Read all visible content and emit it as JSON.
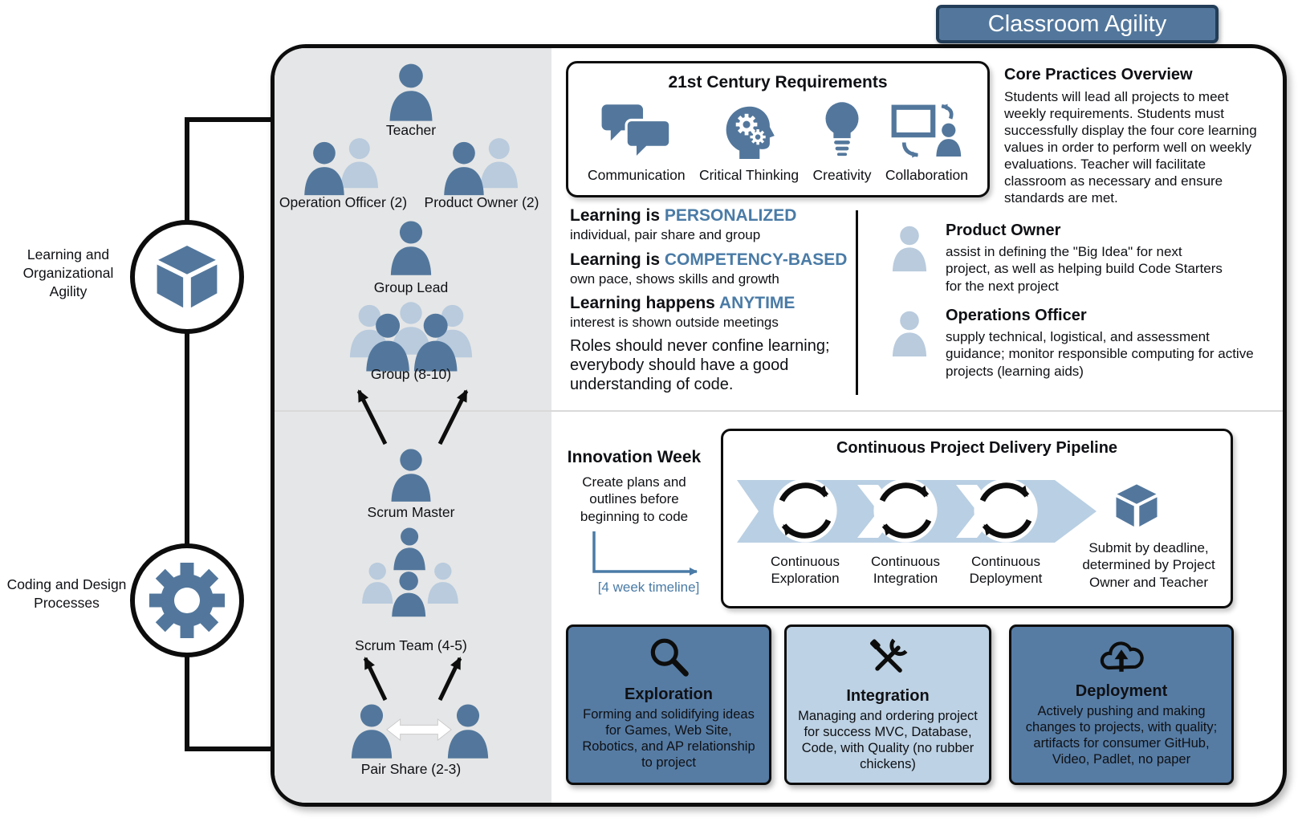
{
  "colors": {
    "primary_blue": "#53779c",
    "light_blue_person": "#b9cbdd",
    "band_blue": "#b9cfe3",
    "box_dark_blue": "#567ca4",
    "box_light_blue": "#bdd2e4",
    "highlight_text": "#4a7ba6",
    "panel_gray": "#e5e6e7"
  },
  "banner": {
    "title": "Classroom Agility"
  },
  "rail": {
    "top_label": "Learning and Organizational Agility",
    "bottom_label": "Coding and Design Processes",
    "top_icon": "cube-icon",
    "bottom_icon": "gear-icon"
  },
  "hierarchy": {
    "teacher": "Teacher",
    "operation_officer": "Operation Officer (2)",
    "product_owner": "Product Owner (2)",
    "group_lead": "Group Lead",
    "group": "Group (8-10)",
    "scrum_master": "Scrum Master",
    "scrum_team": "Scrum Team (4-5)",
    "pair_share": "Pair Share (2-3)"
  },
  "requirements": {
    "title": "21st Century Requirements",
    "items": [
      {
        "label": "Communication",
        "icon": "speech-bubbles-icon"
      },
      {
        "label": "Critical Thinking",
        "icon": "head-gears-icon"
      },
      {
        "label": "Creativity",
        "icon": "lightbulb-icon"
      },
      {
        "label": "Collaboration",
        "icon": "screen-person-icon"
      }
    ]
  },
  "core_practices": {
    "title": "Core Practices Overview",
    "body": "Students will lead all projects to meet weekly requirements. Students must successfully display the four core learning values in order to perform well on weekly evaluations. Teacher will facilitate classroom as necessary and ensure standards are met."
  },
  "learning": {
    "line1_prefix": "Learning is",
    "line1_highlight": "PERSONALIZED",
    "line1_sub": "individual, pair share and group",
    "line2_prefix": "Learning is",
    "line2_highlight": "COMPETENCY-BASED",
    "line2_sub": "own pace, shows skills and growth",
    "line3_prefix": "Learning happens",
    "line3_highlight": "ANYTIME",
    "line3_sub": "interest is shown outside meetings",
    "note": "Roles should never confine learning; everybody should have a good understanding of code."
  },
  "roles": {
    "product_owner": {
      "title": "Product Owner",
      "desc": "assist in defining the \"Big Idea\" for next project, as well as helping build Code Starters for the next project"
    },
    "operations_officer": {
      "title": "Operations Officer",
      "desc": "supply technical, logistical, and assessment guidance; monitor responsible computing for active projects (learning aids)"
    }
  },
  "innovation": {
    "title": "Innovation Week",
    "desc": "Create plans and outlines before beginning to code",
    "timeline": "[4 week timeline]"
  },
  "pipeline": {
    "title": "Continuous Project Delivery Pipeline",
    "stages": [
      {
        "label": "Continuous Exploration",
        "icon": "cycle-arrows-icon"
      },
      {
        "label": "Continuous Integration",
        "icon": "cycle-arrows-icon"
      },
      {
        "label": "Continuous Deployment",
        "icon": "cycle-arrows-icon"
      }
    ],
    "submit_note": "Submit by deadline, determined by Project Owner and Teacher"
  },
  "process_boxes": [
    {
      "title": "Exploration",
      "desc": "Forming and solidifying ideas for Games, Web Site, Robotics, and AP relationship to project",
      "icon": "magnifier-icon",
      "style": "dark"
    },
    {
      "title": "Integration",
      "desc": "Managing and ordering project for success MVC, Database, Code, with Quality (no rubber chickens)",
      "icon": "tools-icon",
      "style": "light"
    },
    {
      "title": "Deployment",
      "desc": "Actively pushing and making changes to projects, with quality; artifacts for consumer GitHub, Video, Padlet, no paper",
      "icon": "cloud-upload-icon",
      "style": "dark"
    }
  ]
}
